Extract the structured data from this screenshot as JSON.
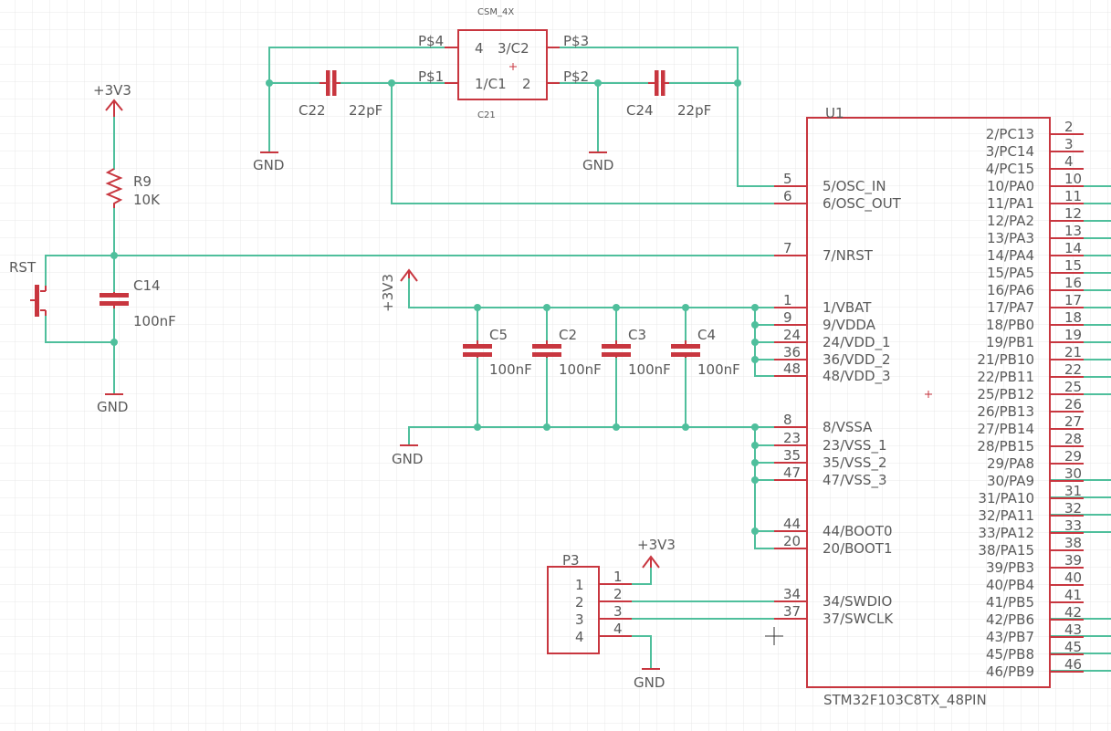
{
  "colors": {
    "wire": "#4fbf9c",
    "part": "#c8363f",
    "text": "#5a5a5a",
    "grid": "#e8e8e8",
    "junction": "#4fbf9c"
  },
  "crystal": {
    "name": "CSM_4X",
    "ref": "C21",
    "pin4": "4",
    "pin3": "3/C2",
    "pin1": "1/C1",
    "pin2": "2",
    "net_p4": "P$4",
    "net_p3": "P$3",
    "net_p1": "P$1",
    "net_p2": "P$2"
  },
  "c22": {
    "name": "C22",
    "value": "22pF"
  },
  "c24": {
    "name": "C24",
    "value": "22pF"
  },
  "r9": {
    "name": "R9",
    "value": "10K"
  },
  "c14": {
    "name": "C14",
    "value": "100nF"
  },
  "rst": {
    "name": "RST"
  },
  "decoupling": [
    {
      "name": "C5",
      "value": "100nF"
    },
    {
      "name": "C2",
      "value": "100nF"
    },
    {
      "name": "C3",
      "value": "100nF"
    },
    {
      "name": "C4",
      "value": "100nF"
    }
  ],
  "power": {
    "v33": "+3V3",
    "gnd": "GND"
  },
  "p3": {
    "name": "P3",
    "pins": [
      "1",
      "2",
      "3",
      "4"
    ]
  },
  "u1": {
    "ref": "U1",
    "part": "STM32F103C8TX_48PIN",
    "left_pins": [
      {
        "num": "5",
        "name": "5/OSC_IN"
      },
      {
        "num": "6",
        "name": "6/OSC_OUT"
      },
      {
        "num": "7",
        "name": "7/NRST"
      },
      {
        "num": "1",
        "name": "1/VBAT"
      },
      {
        "num": "9",
        "name": "9/VDDA"
      },
      {
        "num": "24",
        "name": "24/VDD_1"
      },
      {
        "num": "36",
        "name": "36/VDD_2"
      },
      {
        "num": "48",
        "name": "48/VDD_3"
      },
      {
        "num": "8",
        "name": "8/VSSA"
      },
      {
        "num": "23",
        "name": "23/VSS_1"
      },
      {
        "num": "35",
        "name": "35/VSS_2"
      },
      {
        "num": "47",
        "name": "47/VSS_3"
      },
      {
        "num": "44",
        "name": "44/BOOT0"
      },
      {
        "num": "20",
        "name": "20/BOOT1"
      },
      {
        "num": "34",
        "name": "34/SWDIO"
      },
      {
        "num": "37",
        "name": "37/SWCLK"
      }
    ],
    "right_pins": [
      {
        "num": "2",
        "name": "2/PC13"
      },
      {
        "num": "3",
        "name": "3/PC14"
      },
      {
        "num": "4",
        "name": "4/PC15"
      },
      {
        "num": "10",
        "name": "10/PA0"
      },
      {
        "num": "11",
        "name": "11/PA1"
      },
      {
        "num": "12",
        "name": "12/PA2"
      },
      {
        "num": "13",
        "name": "13/PA3"
      },
      {
        "num": "14",
        "name": "14/PA4"
      },
      {
        "num": "15",
        "name": "15/PA5"
      },
      {
        "num": "16",
        "name": "16/PA6"
      },
      {
        "num": "17",
        "name": "17/PA7"
      },
      {
        "num": "18",
        "name": "18/PB0"
      },
      {
        "num": "19",
        "name": "19/PB1"
      },
      {
        "num": "21",
        "name": "21/PB10"
      },
      {
        "num": "22",
        "name": "22/PB11"
      },
      {
        "num": "25",
        "name": "25/PB12"
      },
      {
        "num": "26",
        "name": "26/PB13"
      },
      {
        "num": "27",
        "name": "27/PB14"
      },
      {
        "num": "28",
        "name": "28/PB15"
      },
      {
        "num": "29",
        "name": "29/PA8"
      },
      {
        "num": "30",
        "name": "30/PA9"
      },
      {
        "num": "31",
        "name": "31/PA10"
      },
      {
        "num": "32",
        "name": "32/PA11"
      },
      {
        "num": "33",
        "name": "33/PA12"
      },
      {
        "num": "38",
        "name": "38/PA15"
      },
      {
        "num": "39",
        "name": "39/PB3"
      },
      {
        "num": "40",
        "name": "40/PB4"
      },
      {
        "num": "41",
        "name": "41/PB5"
      },
      {
        "num": "42",
        "name": "42/PB6"
      },
      {
        "num": "43",
        "name": "43/PB7"
      },
      {
        "num": "45",
        "name": "45/PB8"
      },
      {
        "num": "46",
        "name": "46/PB9"
      }
    ]
  }
}
